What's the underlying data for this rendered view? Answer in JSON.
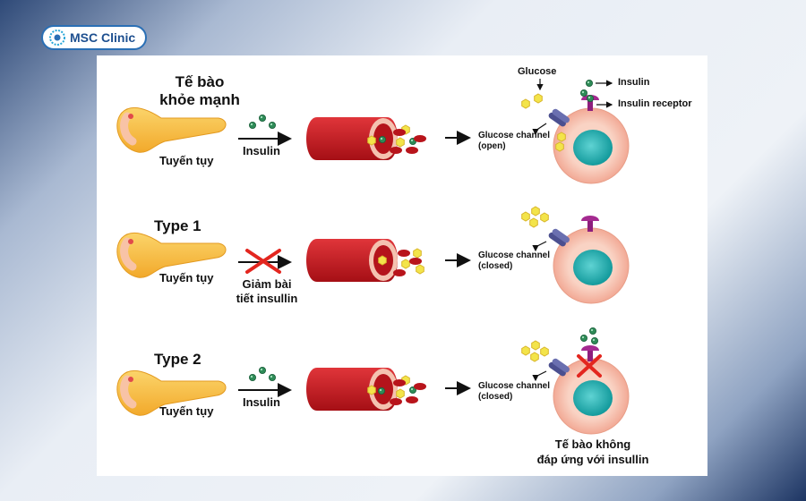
{
  "brand": {
    "name": "MSC Clinic"
  },
  "healthy": {
    "title_line1": "Tế bào",
    "title_line2": "khỏe mạnh",
    "organ": "Tuyến tụy",
    "arrow": "Insulin",
    "glucose": "Glucose",
    "insulin": "Insulin",
    "receptor": "Insulin receptor",
    "channel_line1": "Glucose channel",
    "channel_line2": "(open)"
  },
  "type1": {
    "title": "Type 1",
    "organ": "Tuyến tụy",
    "arrow_line1": "Giảm bài",
    "arrow_line2": "tiết insullin",
    "channel_line1": "Glucose channel",
    "channel_line2": "(closed)"
  },
  "type2": {
    "title": "Type 2",
    "organ": "Tuyến tụy",
    "arrow": "Insulin",
    "channel_line1": "Glucose channel",
    "channel_line2": "(closed)",
    "caption_line1": "Tế bào không",
    "caption_line2": "đáp ứng với insullin"
  },
  "colors": {
    "pancreas": "#f5b53a",
    "vessel": "#c8161d",
    "cell": "#f8c8b8",
    "nucleus": "#1fb3b5",
    "insulin": "#2e8b57",
    "glucose": "#f3e44a",
    "receptor": "#8e1e7d",
    "channel": "#4b4f8f",
    "cross": "#e3261f",
    "brand": "#1d4f8f"
  }
}
